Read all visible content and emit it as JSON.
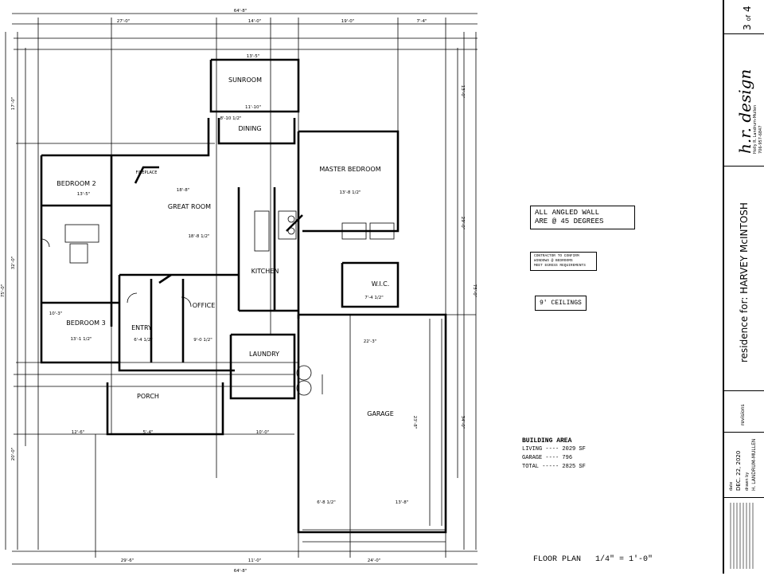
{
  "rooms": {
    "sunroom": "SUNROOM",
    "dining": "DINING",
    "master_bedroom": "MASTER BEDROOM",
    "bedroom2": "BEDROOM 2",
    "great_room": "GREAT ROOM",
    "kitchen": "KITCHEN",
    "wic": "W.I.C.",
    "bedroom3": "BEDROOM 3",
    "entry": "ENTRY",
    "office": "OFFICE",
    "laundry": "LAUNDRY",
    "porch": "PORCH",
    "garage": "GARAGE",
    "fireplace": "FIREPLACE"
  },
  "dimensions": {
    "overall_top": "64'-8\"",
    "overall_bottom": "64'-8\"",
    "top_left": "27'-0\"",
    "top_mid": "14'-0\"",
    "top_right": "19'-0\"",
    "top_far_right": "7'-4\"",
    "bottom_left": "29'-6\"",
    "bottom_mid": "11'-0\"",
    "bottom_right": "24'-0\"",
    "left_overall": "75'-0\"",
    "right_overall": "75'-0\"",
    "sunroom_w": "13'-5\"",
    "dining_w": "8'-10 1/2\"",
    "master_w": "13'-8 1/2\"",
    "great_room_w": "18'-8 1/2\"",
    "bedroom2_w": "13'-5\"",
    "bedroom3_w": "13'-1 1/2\"",
    "garage_w": "22'-3\"",
    "garage_d": "23'-8\"",
    "porch_w": "10'-0\"",
    "office_w": "9'-0 1/2\"",
    "entry_w": "6'-4 1/2\"",
    "wic_w": "7'-4 1/2\"",
    "sunroom_d": "11'-10\"",
    "great_room_d": "18'-8\"",
    "bedroom3_d": "10'-3\"",
    "porch_left": "12'-6\"",
    "porch_mid": "5'-4\"",
    "garage_bottom": "6'-8 1/2\"",
    "garage_bottom2": "13'-8\"",
    "left_top": "17'-0\"",
    "left_mid": "32'-0\"",
    "left_bottom": "20'-0\"",
    "right_top": "13'-0\"",
    "right_mid": "29'-0\"",
    "right_bottom": "34'-0\""
  },
  "notes": {
    "angled_walls": [
      "ALL ANGLED WALL",
      "ARE @ 45 DEGREES"
    ],
    "contractor": [
      "CONTRACTOR TO CONFIRM",
      "WINDOWS @ BEDROOMS",
      "MEET EGRESS REQUIREMENTS"
    ],
    "ceilings": "9' CEILINGS"
  },
  "building_area": {
    "title": "BUILDING AREA",
    "rows": [
      {
        "label": "LIVING ---- ",
        "value": "2029 SF"
      },
      {
        "label": "GARAGE ---- ",
        "value": "796"
      },
      {
        "label": "TOTAL ----- ",
        "value": "2825 SF"
      }
    ]
  },
  "scale_label": "FLOOR PLAN   1/4\" = 1'-0\"",
  "title_block": {
    "sheet": "3",
    "sheet_of": "of",
    "sheet_total": "4",
    "firm": "h.r. design",
    "firm_sub": "Holly R. Landrum-Mullen",
    "firm_phone": "706-957-6847",
    "residence_for": "residence for:  HARVEY McINTOSH",
    "revisions": "revisions",
    "date_label": "date",
    "date": "DEC. 22, 2020",
    "drawn_by_label": "drawn by",
    "drawn_by": "H. LANDRUM-MULLEN"
  }
}
